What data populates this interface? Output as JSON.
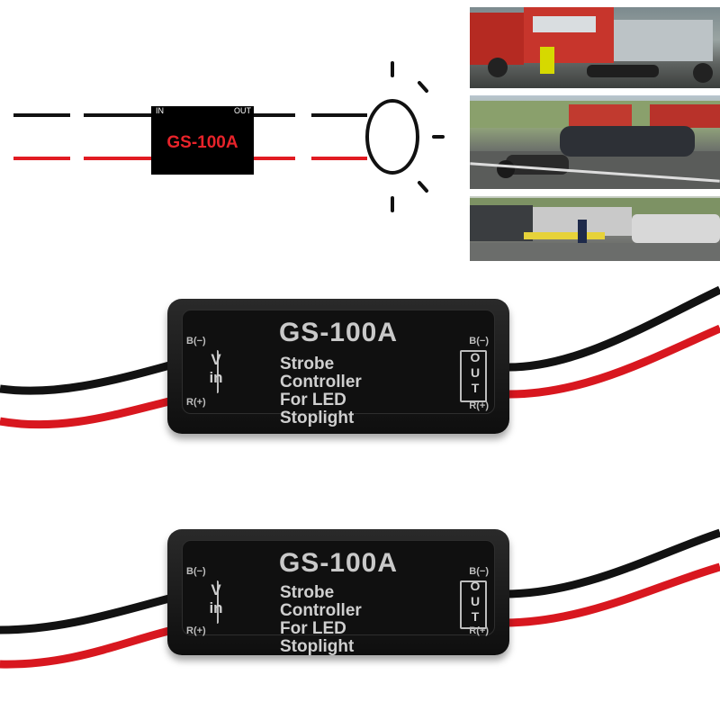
{
  "diagram": {
    "label_in": "IN",
    "label_out": "OUT",
    "module_name": "GS-100A"
  },
  "photos": [
    {
      "depicts": "fire-truck-crash-scene"
    },
    {
      "depicts": "car-motorcycle-collision"
    },
    {
      "depicts": "emergency-responders-scene"
    }
  ],
  "modules": [
    {
      "name": "GS-100A",
      "desc": [
        "Strobe",
        "Controller",
        "For LED",
        "Stoplight"
      ],
      "vin_top": "B(−)",
      "vin_bottom": "R(+)",
      "vin_v": "V",
      "vin_in": "in",
      "out_top": "B(−)",
      "out_bottom": "R(+)",
      "out_letters": [
        "O",
        "U",
        "T"
      ]
    },
    {
      "name": "GS-100A",
      "desc": [
        "Strobe",
        "Controller",
        "For LED",
        "Stoplight"
      ],
      "vin_top": "B(−)",
      "vin_bottom": "R(+)",
      "vin_v": "V",
      "vin_in": "in",
      "out_top": "B(−)",
      "out_bottom": "R(+)",
      "out_letters": [
        "O",
        "U",
        "T"
      ]
    }
  ],
  "colors": {
    "wire_black": "#111111",
    "wire_red": "#e11b22",
    "module_label_red": "#e8232a",
    "module_body": "#141414"
  }
}
